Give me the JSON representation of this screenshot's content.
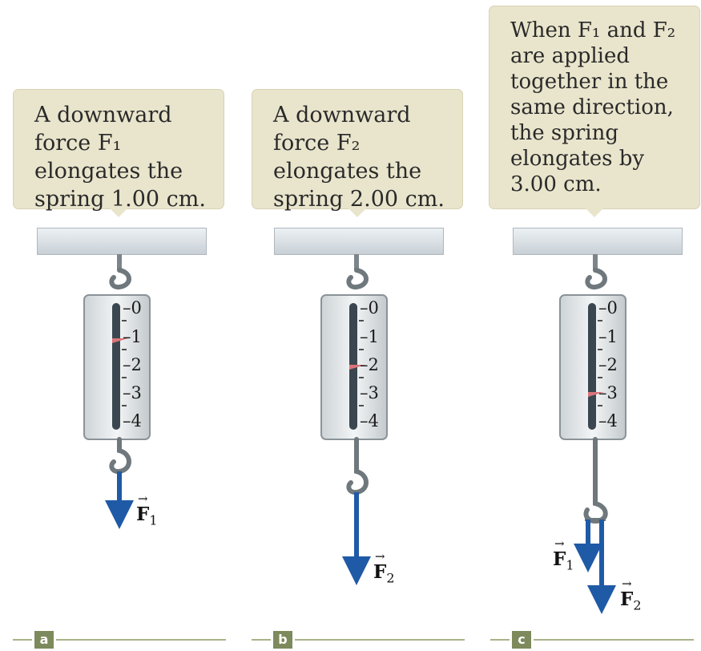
{
  "panels": [
    {
      "id": "a",
      "caption_lines": [
        "A downward",
        "force F₁",
        "elongates the",
        "spring 1.00 cm."
      ],
      "scale_ticks": [
        "0",
        "1",
        "2",
        "3",
        "4"
      ],
      "reading": 1,
      "forces": [
        {
          "symbol": "F",
          "sub": "1"
        }
      ]
    },
    {
      "id": "b",
      "caption_lines": [
        "A downward",
        "force F₂",
        "elongates the",
        "spring 2.00 cm."
      ],
      "scale_ticks": [
        "0",
        "1",
        "2",
        "3",
        "4"
      ],
      "reading": 2,
      "forces": [
        {
          "symbol": "F",
          "sub": "2"
        }
      ]
    },
    {
      "id": "c",
      "caption_lines": [
        "When F₁ and F₂",
        "are applied",
        "together in the",
        "same direction,",
        "the spring",
        "elongates by",
        "3.00 cm."
      ],
      "scale_ticks": [
        "0",
        "1",
        "2",
        "3",
        "4"
      ],
      "reading": 3,
      "forces": [
        {
          "symbol": "F",
          "sub": "1"
        },
        {
          "symbol": "F",
          "sub": "2"
        }
      ]
    }
  ],
  "colors": {
    "callout": "#e9e5cc",
    "arrow": "#1f5aa6",
    "pointer": "#d9757a",
    "label_box": "#7d8a5c"
  }
}
